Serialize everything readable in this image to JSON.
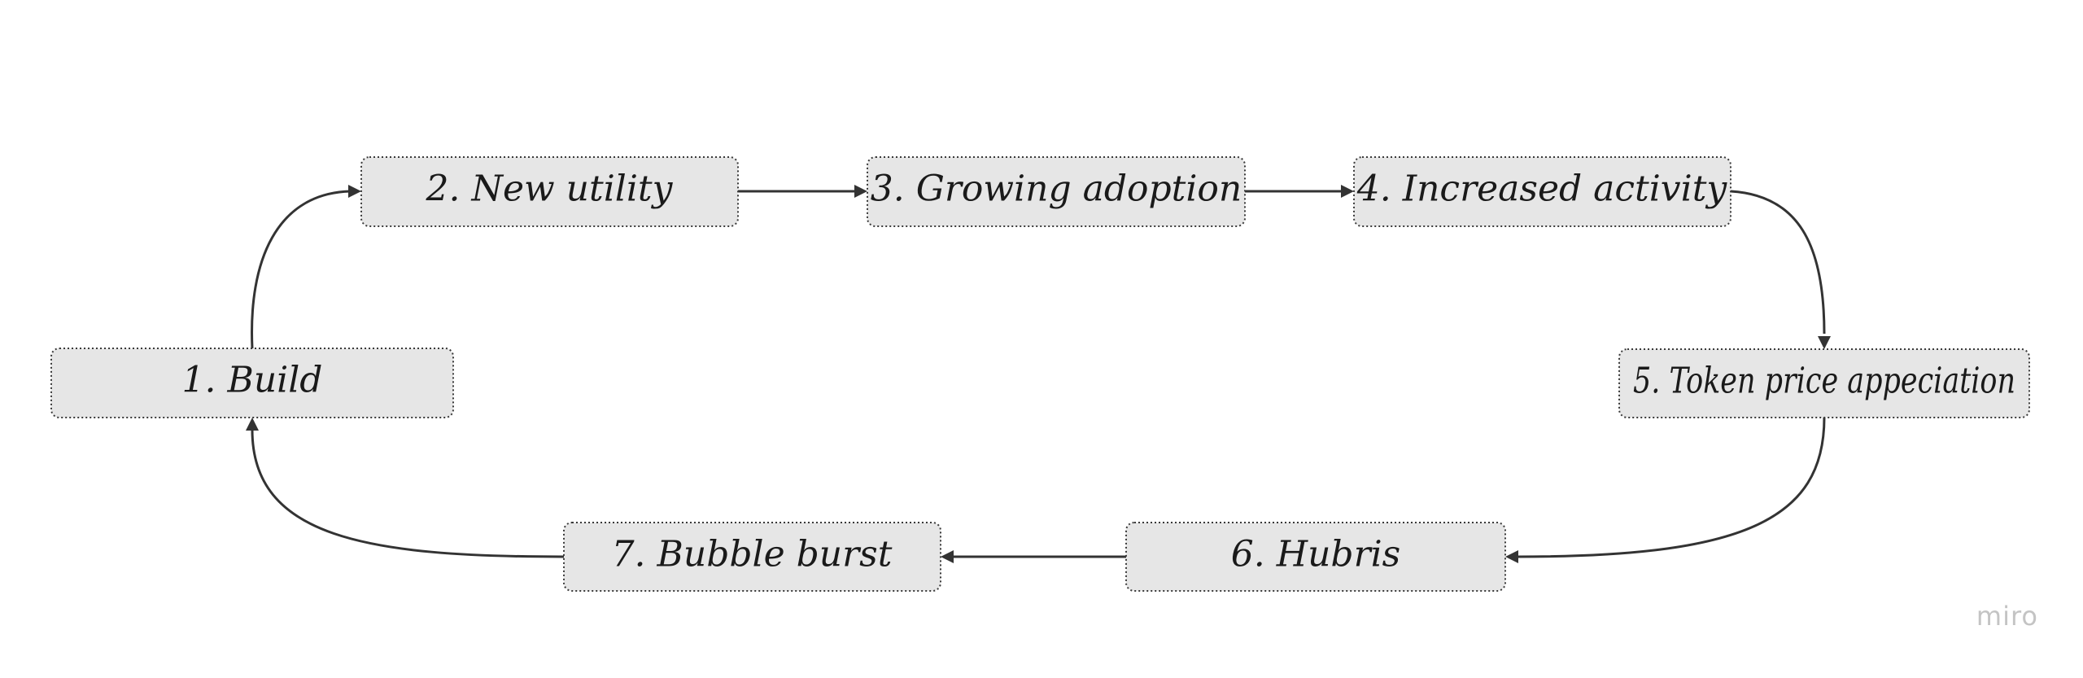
{
  "nodes": [
    {
      "id": "build",
      "label": "1. Build"
    },
    {
      "id": "new-utility",
      "label": "2. New utility"
    },
    {
      "id": "growing-adoption",
      "label": "3. Growing adoption"
    },
    {
      "id": "increased-activity",
      "label": "4. Increased activity"
    },
    {
      "id": "token-price",
      "label": "5. Token price appeciation"
    },
    {
      "id": "hubris",
      "label": "6. Hubris"
    },
    {
      "id": "bubble-burst",
      "label": "7. Bubble burst"
    }
  ],
  "edges": [
    {
      "from": "build",
      "to": "new-utility"
    },
    {
      "from": "new-utility",
      "to": "growing-adoption"
    },
    {
      "from": "growing-adoption",
      "to": "increased-activity"
    },
    {
      "from": "increased-activity",
      "to": "token-price"
    },
    {
      "from": "token-price",
      "to": "hubris"
    },
    {
      "from": "hubris",
      "to": "bubble-burst"
    },
    {
      "from": "bubble-burst",
      "to": "build"
    }
  ],
  "watermark": "miro",
  "colors": {
    "node_fill": "#e6e6e6",
    "node_border": "#3a3a3a",
    "edge": "#333333",
    "text": "#1a1a1a",
    "watermark": "#c4c4c4"
  }
}
